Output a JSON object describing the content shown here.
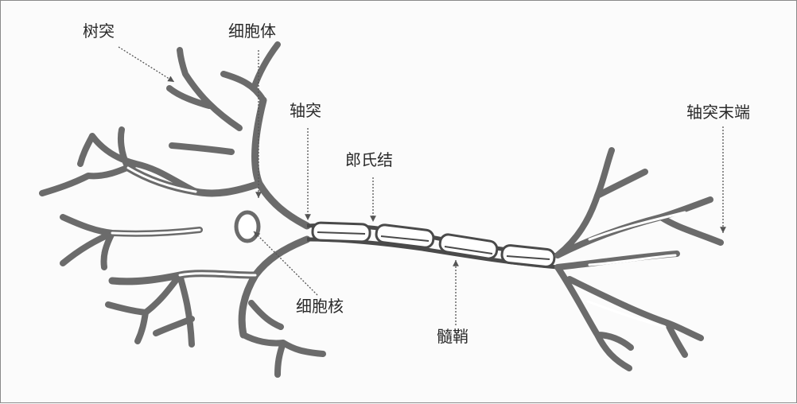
{
  "diagram": {
    "labels": {
      "dendrite": "树突",
      "cell_body": "细胞体",
      "axon": "轴突",
      "node_of_ranvier": "郎氏结",
      "axon_terminal": "轴突末端",
      "nucleus": "细胞核",
      "myelin_sheath": "髓鞘"
    },
    "colors": {
      "membrane": "#6b6b6b",
      "membrane_dark": "#4a4a4a",
      "fill": "#ffffff",
      "pointer": "#555555",
      "text": "#2a2a2a"
    }
  }
}
